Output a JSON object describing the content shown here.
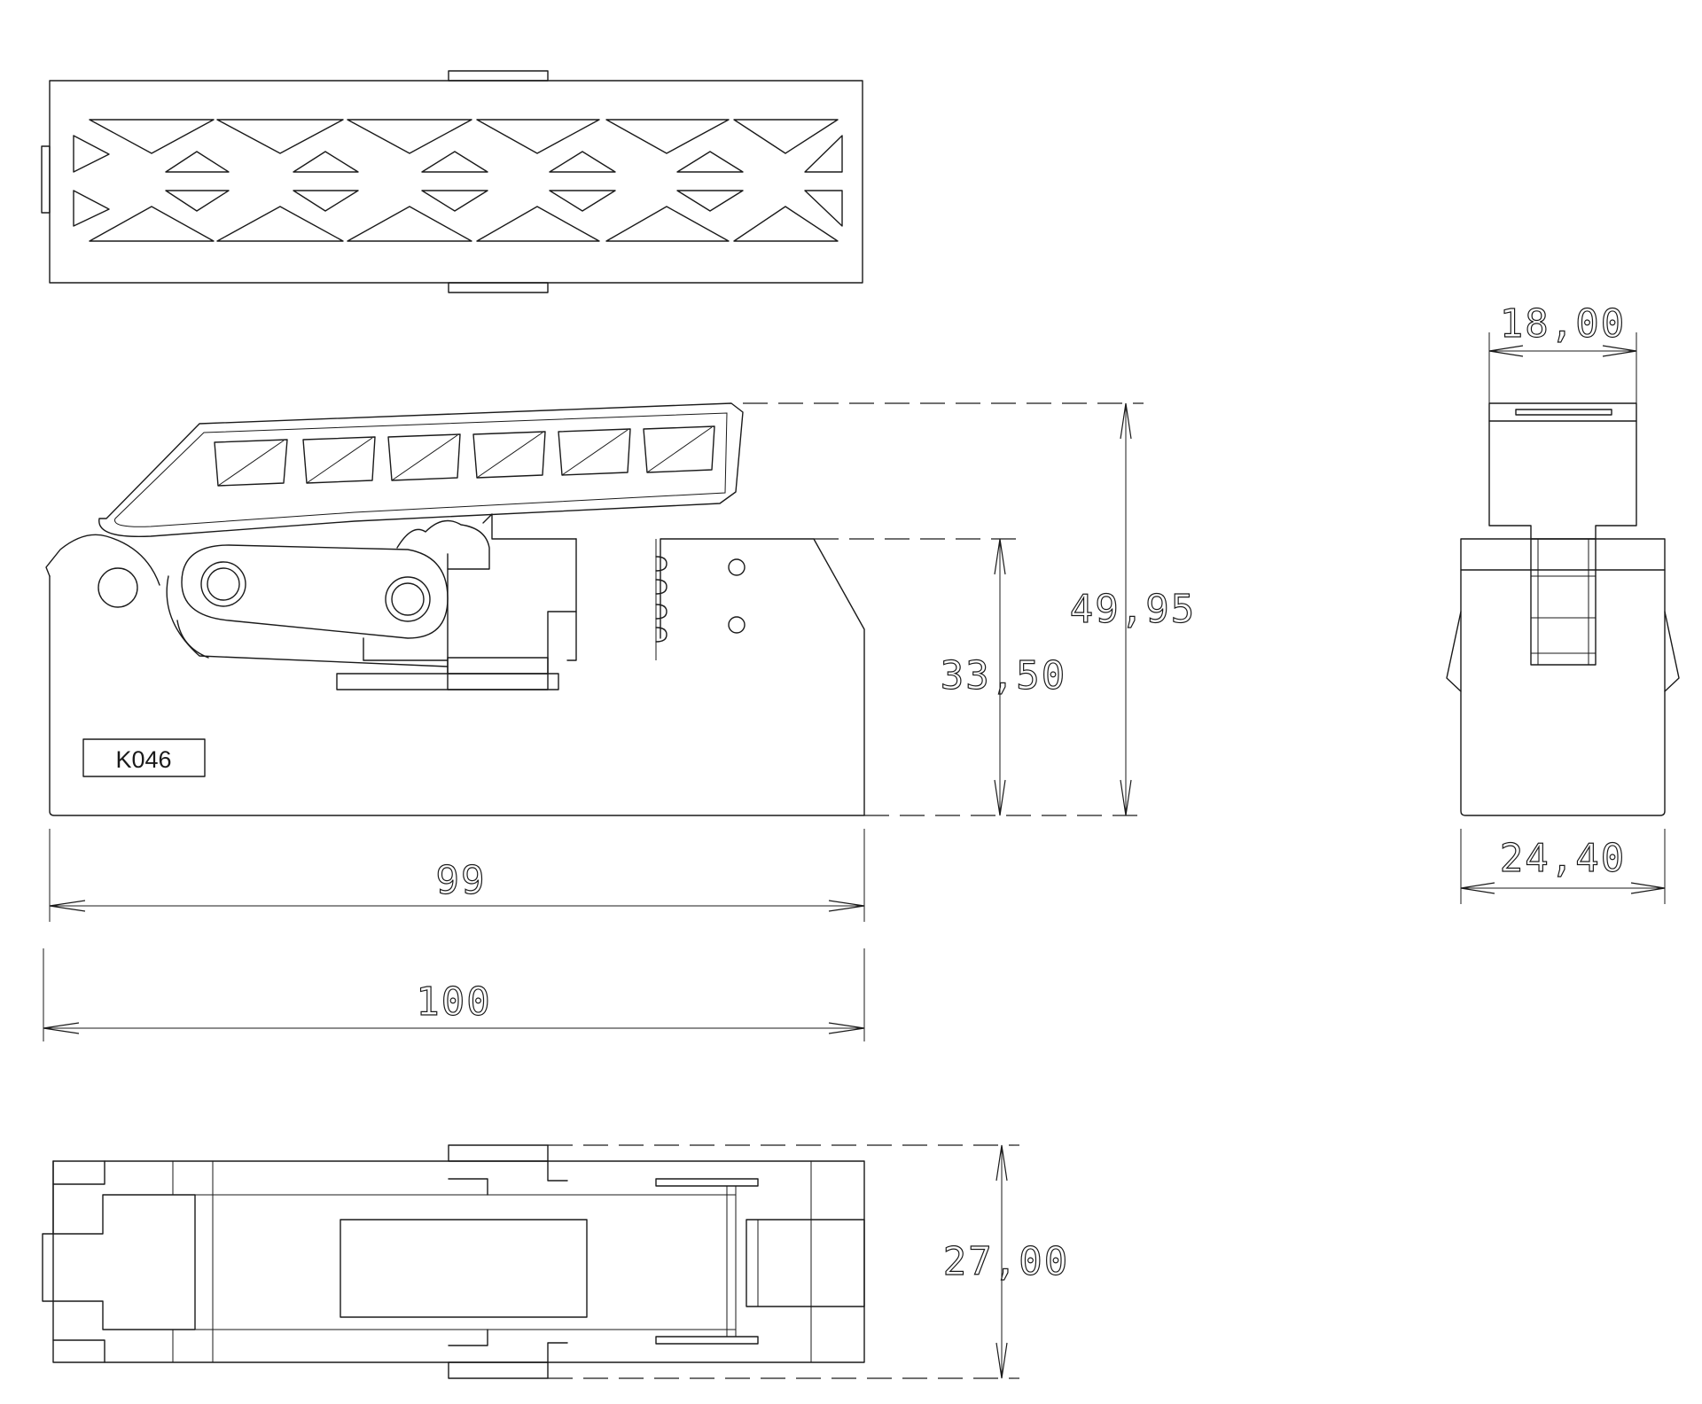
{
  "part_label": "K046",
  "dimensions": {
    "height_total": "49,95",
    "height_body": "33,50",
    "length_inner": "99",
    "length_overall": "100",
    "width_top": "27,00",
    "side_top": "18,00",
    "side_bottom": "24,40"
  }
}
